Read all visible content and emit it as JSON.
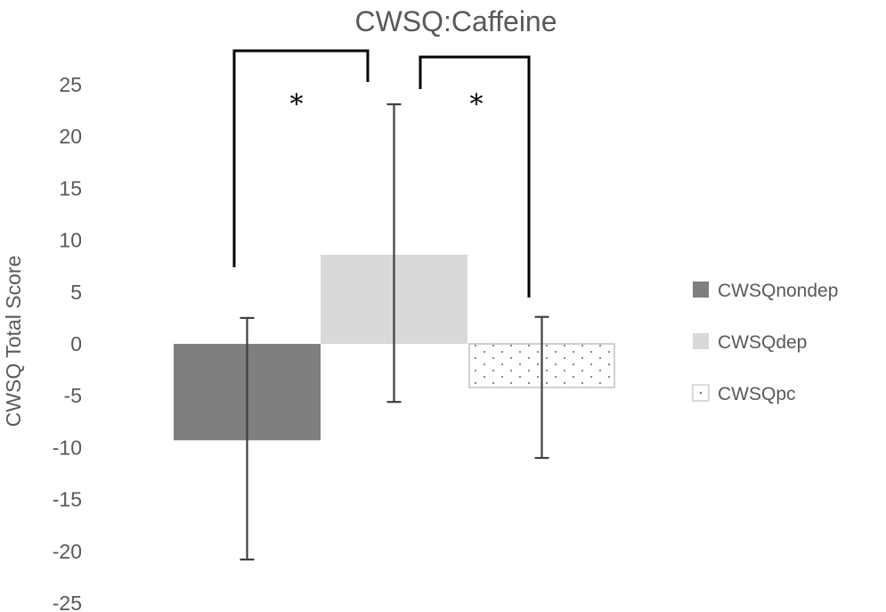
{
  "chart_data": {
    "type": "bar",
    "title": "CWSQ:Caffeine",
    "xlabel": "",
    "ylabel": "CWSQ  Total Score",
    "ylim": [
      -25,
      25
    ],
    "yticks": [
      25,
      20,
      15,
      10,
      5,
      0,
      -5,
      -10,
      -15,
      -20,
      -25
    ],
    "grid": false,
    "legend_position": "right",
    "series": [
      {
        "name": "CWSQnondep",
        "value": -9.3,
        "error_low": -20.8,
        "error_high": 2.5,
        "color": "#7f7f7f",
        "pattern": "solid"
      },
      {
        "name": "CWSQdep",
        "value": 8.6,
        "error_low": -5.6,
        "error_high": 23.1,
        "color": "#d9d9d9",
        "pattern": "solid"
      },
      {
        "name": "CWSQpc",
        "value": -4.2,
        "error_low": -11.0,
        "error_high": 2.6,
        "color": "#ffffff",
        "pattern": "dotted"
      }
    ],
    "significance": [
      {
        "between": [
          "CWSQnondep",
          "CWSQdep"
        ],
        "label": "*"
      },
      {
        "between": [
          "CWSQdep",
          "CWSQpc"
        ],
        "label": "*"
      }
    ]
  }
}
